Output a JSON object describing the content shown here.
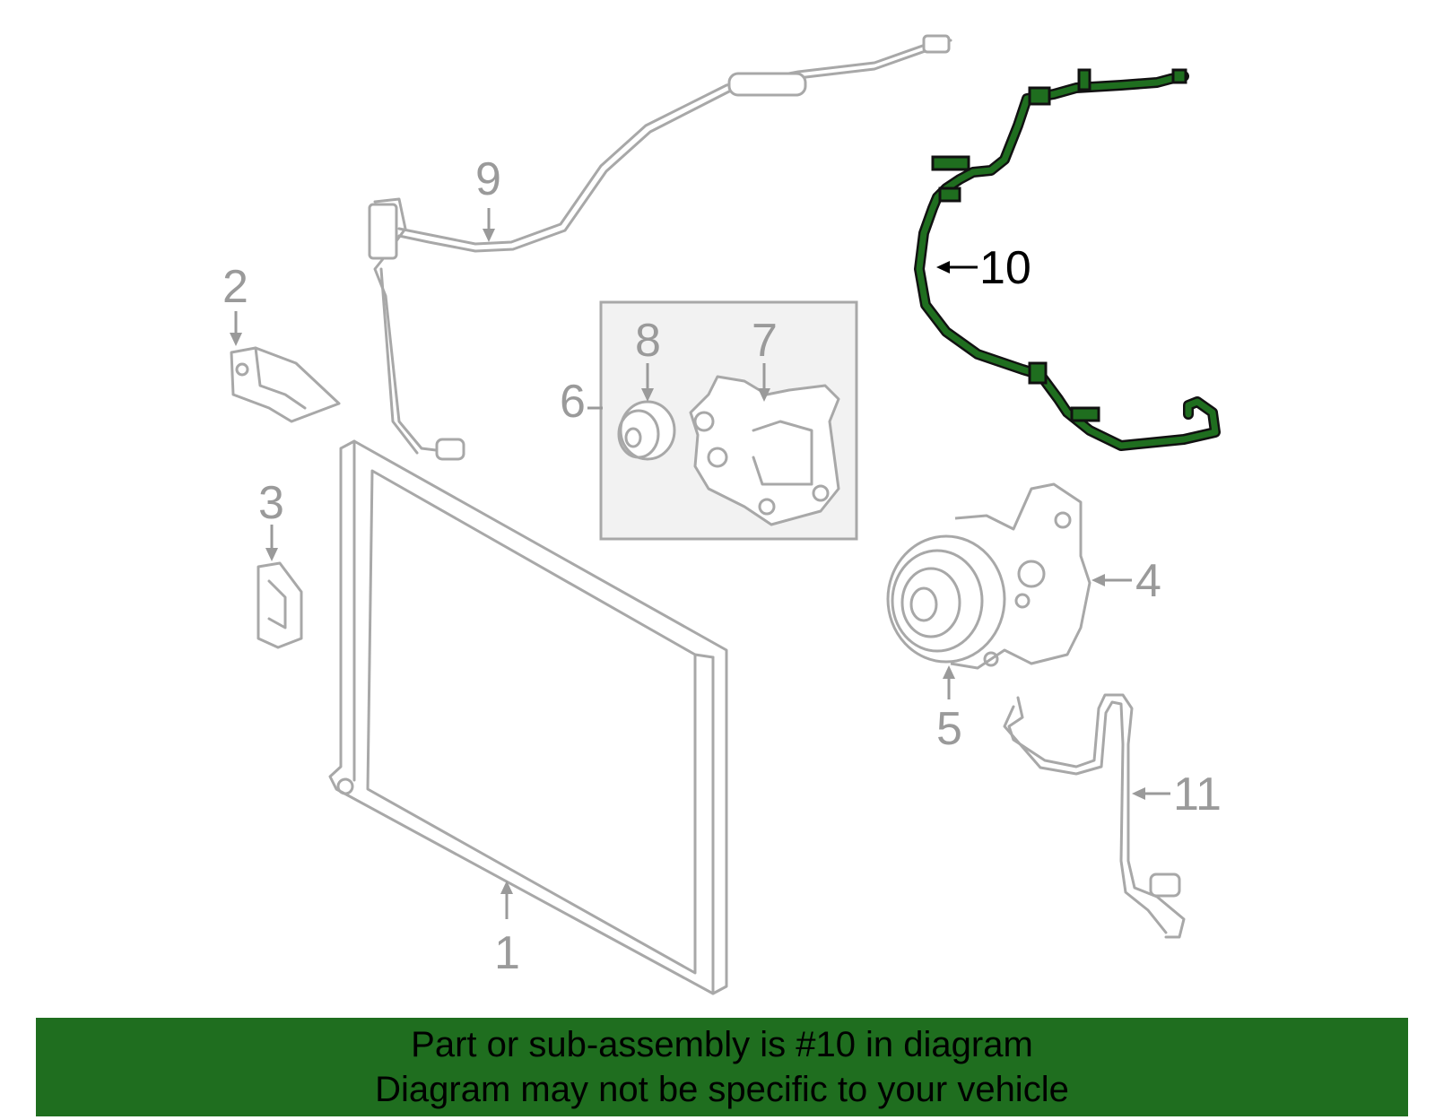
{
  "diagram": {
    "callouts": {
      "c1": "1",
      "c2": "2",
      "c3": "3",
      "c4": "4",
      "c5": "5",
      "c6": "6",
      "c7": "7",
      "c8": "8",
      "c9": "9",
      "c10": "10",
      "c11": "11"
    },
    "highlight_color": "#1f6e1f"
  },
  "banner": {
    "line1": "Part or sub-assembly is #10 in diagram",
    "line2": "Diagram may not be specific to your vehicle"
  }
}
